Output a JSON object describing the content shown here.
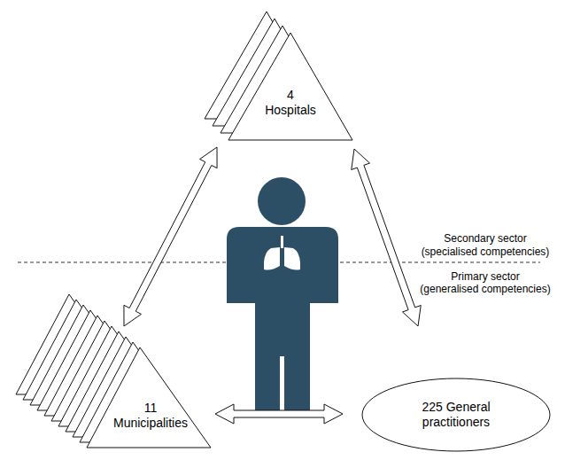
{
  "diagram": {
    "nodes": [
      {
        "text": [
          "4 Hospitals"
        ]
      },
      {
        "text": [
          "11 Municipalities"
        ]
      },
      {
        "text": [
          "225 General practitioners"
        ]
      }
    ],
    "edges": [
      {
        "from": 0,
        "to": 1,
        "arrow": "both"
      },
      {
        "from": 0,
        "to": 2,
        "arrow": "both"
      },
      {
        "from": 1,
        "to": 2,
        "arrow": "both"
      }
    ],
    "labels": [
      "Secondary sector",
      "(specialised competencies)",
      "Primary sector",
      "(generalised competencies)"
    ]
  }
}
